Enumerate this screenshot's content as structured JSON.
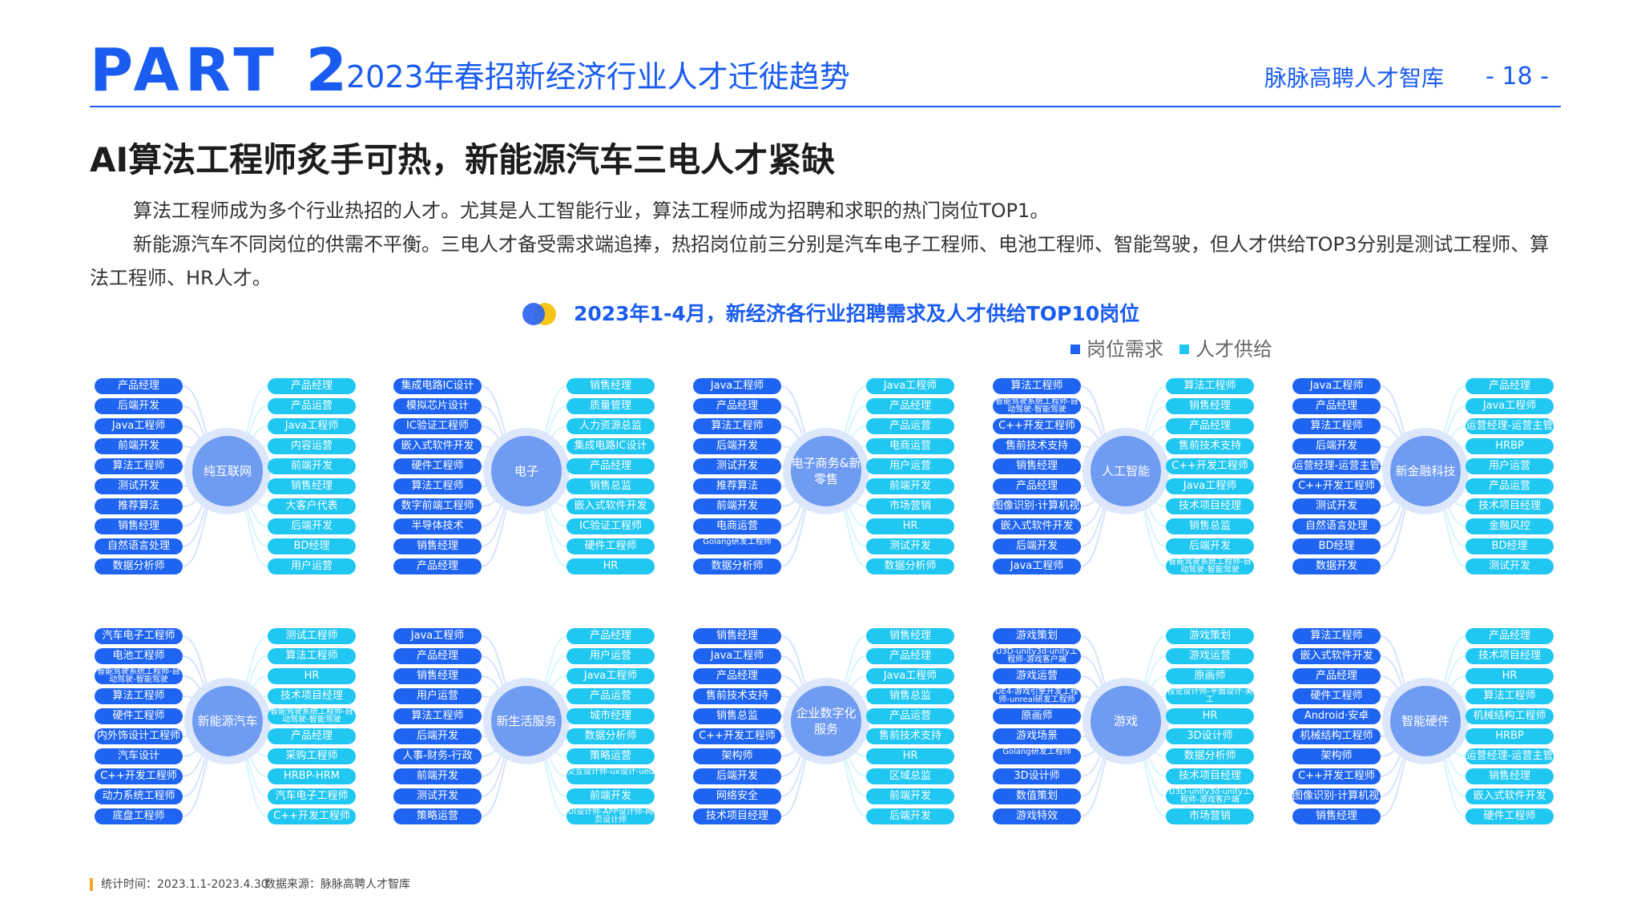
{
  "header": {
    "part_label": "PART  2",
    "title": "2023年春招新经济行业人才迁徙趋势",
    "brand": "脉脉高聘人才智库",
    "page_number": "- 18 -"
  },
  "section_heading": "AI算法工程师炙手可热，新能源汽车三电人才紧缺",
  "paragraphs": [
    "算法工程师成为多个行业热招的人才。尤其是人工智能行业，算法工程师成为招聘和求职的热门岗位TOP1。",
    "新能源汽车不同岗位的供需不平衡。三电人才备受需求端追捧，热招岗位前三分别是汽车电子工程师、电池工程师、智能驾驶，但人才供给TOP3分别是测试工程师、算法工程师、HR人才。"
  ],
  "chart_title": "2023年1-4月，新经济各行业招聘需求及人才供给TOP10岗位",
  "legend": {
    "demand": "岗位需求",
    "supply": "人才供给",
    "demand_color": "#1f64f0",
    "supply_color": "#1fc7f1"
  },
  "chart_data": {
    "type": "table",
    "groups": [
      {
        "industry": "纯互联网",
        "demand": [
          "产品经理",
          "后端开发",
          "Java工程师",
          "前端开发",
          "算法工程师",
          "测试开发",
          "推荐算法",
          "销售经理",
          "自然语言处理",
          "数据分析师"
        ],
        "supply": [
          "产品经理",
          "产品运营",
          "Java工程师",
          "内容运营",
          "前端开发",
          "销售经理",
          "大客户代表",
          "后端开发",
          "BD经理",
          "用户运营"
        ]
      },
      {
        "industry": "电子",
        "demand": [
          "集成电路IC设计",
          "模拟芯片设计",
          "IC验证工程师",
          "嵌入式软件开发",
          "硬件工程师",
          "算法工程师",
          "数字前端工程师",
          "半导体技术",
          "销售经理",
          "产品经理"
        ],
        "supply": [
          "销售经理",
          "质量管理",
          "人力资源总监",
          "集成电路IC设计",
          "产品经理",
          "销售总监",
          "嵌入式软件开发",
          "IC验证工程师",
          "硬件工程师",
          "HR"
        ]
      },
      {
        "industry": "电子商务&新零售",
        "demand": [
          "Java工程师",
          "产品经理",
          "算法工程师",
          "后端开发",
          "测试开发",
          "推荐算法",
          "前端开发",
          "电商运营",
          "Golang研发工程师",
          "数据分析师"
        ],
        "supply": [
          "Java工程师",
          "产品经理",
          "产品运营",
          "电商运营",
          "用户运营",
          "前端开发",
          "市场营销",
          "HR",
          "测试开发",
          "数据分析师"
        ]
      },
      {
        "industry": "人工智能",
        "demand": [
          "算法工程师",
          "智能驾驶系统工程师-自动驾驶-智能驾驶",
          "C++开发工程师",
          "售前技术支持",
          "销售经理",
          "产品经理",
          "图像识别·计算机视觉",
          "嵌入式软件开发",
          "后端开发",
          "Java工程师"
        ],
        "supply": [
          "算法工程师",
          "销售经理",
          "产品经理",
          "售前技术支持",
          "C++开发工程师",
          "Java工程师",
          "技术项目经理",
          "销售总监",
          "后端开发",
          "智能驾驶系统工程师-自动驾驶-智能驾驶"
        ]
      },
      {
        "industry": "新金融科技",
        "demand": [
          "Java工程师",
          "产品经理",
          "算法工程师",
          "后端开发",
          "运营经理-运营主管",
          "C++开发工程师",
          "测试开发",
          "自然语言处理",
          "BD经理",
          "数据开发"
        ],
        "supply": [
          "产品经理",
          "Java工程师",
          "运营经理-运营主管",
          "HRBP",
          "用户运营",
          "产品运营",
          "技术项目经理",
          "金融风控",
          "BD经理",
          "测试开发"
        ]
      },
      {
        "industry": "新能源汽车",
        "demand": [
          "汽车电子工程师",
          "电池工程师",
          "智能驾驶系统工程师-自动驾驶-智能驾驶",
          "算法工程师",
          "硬件工程师",
          "内外饰设计工程师",
          "汽车设计",
          "C++开发工程师",
          "动力系统工程师",
          "底盘工程师"
        ],
        "supply": [
          "测试工程师",
          "算法工程师",
          "HR",
          "技术项目经理",
          "智能驾驶系统工程师-自动驾驶-智能驾驶",
          "产品经理",
          "采购工程师",
          "HRBP-HRM",
          "汽车电子工程师",
          "C++开发工程师"
        ]
      },
      {
        "industry": "新生活服务",
        "demand": [
          "Java工程师",
          "产品经理",
          "销售经理",
          "用户运营",
          "算法工程师",
          "后端开发",
          "人事-财务-行政",
          "前端开发",
          "测试开发",
          "策略运营"
        ],
        "supply": [
          "产品经理",
          "用户运营",
          "Java工程师",
          "产品运营",
          "城市经理",
          "数据分析师",
          "策略运营",
          "交互设计师-ux设计-ued",
          "前端开发",
          "UI设计师-APP设计师-网页设计师"
        ]
      },
      {
        "industry": "企业数字化服务",
        "demand": [
          "销售经理",
          "Java工程师",
          "产品经理",
          "售前技术支持",
          "销售总监",
          "C++开发工程师",
          "架构师",
          "后端开发",
          "网络安全",
          "技术项目经理"
        ],
        "supply": [
          "销售经理",
          "产品经理",
          "Java工程师",
          "销售总监",
          "产品运营",
          "售前技术支持",
          "HR",
          "区域总监",
          "前端开发",
          "后端开发"
        ]
      },
      {
        "industry": "游戏",
        "demand": [
          "游戏策划",
          "U3D-unity3d-unity工程师-游戏客户端",
          "游戏运营",
          "UE4-游戏引擎开发工程师-unreal研发工程师",
          "原画师",
          "游戏场景",
          "Golang研发工程师",
          "3D设计师",
          "数值策划",
          "游戏特效"
        ],
        "supply": [
          "游戏策划",
          "游戏运营",
          "原画师",
          "视觉设计师-平面设计-美工",
          "HR",
          "3D设计师",
          "数据分析师",
          "技术项目经理",
          "U3D-unity3d-unity工程师-游戏客户端",
          "市场营销"
        ]
      },
      {
        "industry": "智能硬件",
        "demand": [
          "算法工程师",
          "嵌入式软件开发",
          "产品经理",
          "硬件工程师",
          "Android·安卓",
          "机械结构工程师",
          "架构师",
          "C++开发工程师",
          "图像识别·计算机视觉",
          "销售经理"
        ],
        "supply": [
          "产品经理",
          "技术项目经理",
          "HR",
          "算法工程师",
          "机械结构工程师",
          "HRBP",
          "运营经理-运营主管",
          "销售经理",
          "嵌入式软件开发",
          "硬件工程师"
        ]
      }
    ]
  },
  "footer": {
    "time_label": "统计时间：2023.1.1-2023.4.30",
    "source_label": "数据来源：脉脉高聘人才智库"
  }
}
